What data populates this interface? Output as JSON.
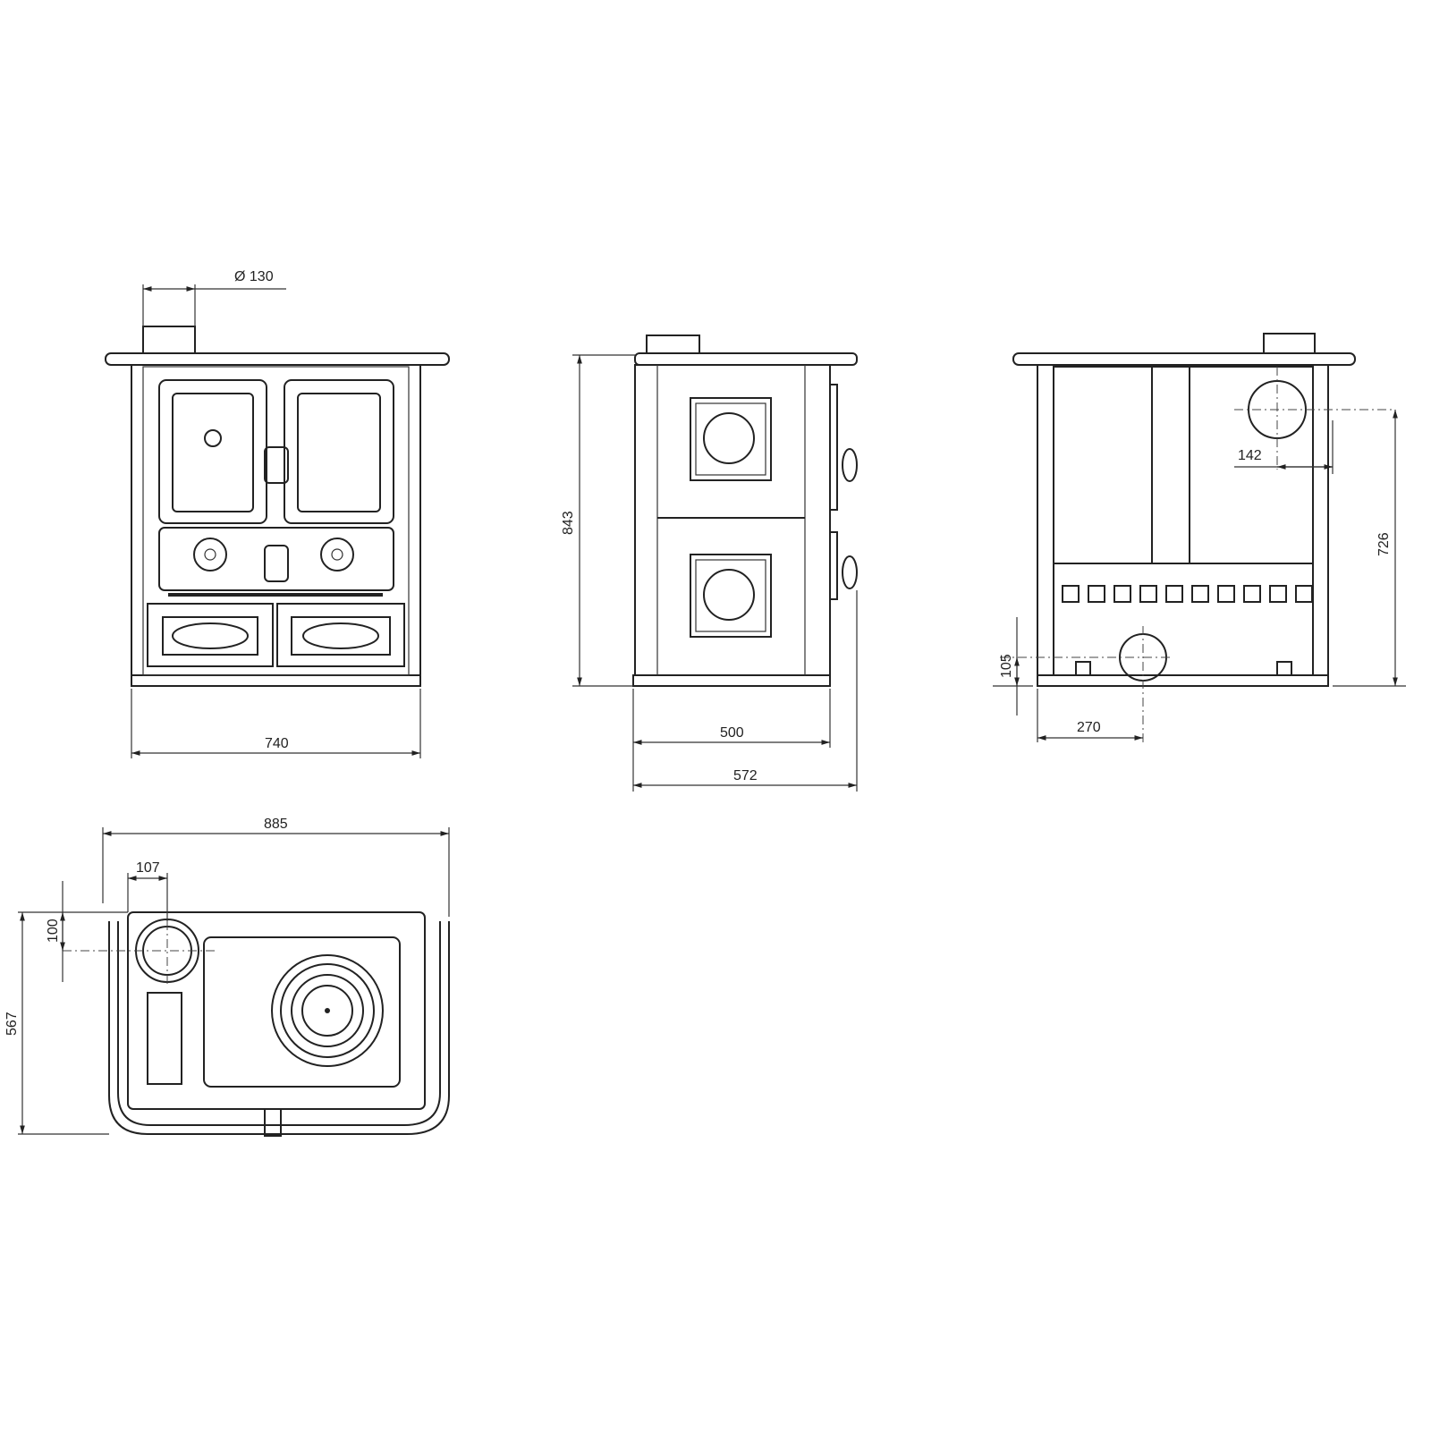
{
  "drawing": {
    "line_color": "#222222",
    "background": "#ffffff",
    "views": {
      "front": {
        "flue_diameter": "Ø 130",
        "width": "740"
      },
      "side": {
        "height": "843",
        "depth_body": "500",
        "depth_total": "572"
      },
      "back": {
        "flue_offset": "142",
        "flue_height": "726",
        "air_inlet_height": "105",
        "air_inlet_offset": "270"
      },
      "top": {
        "width_total": "885",
        "flue_offset_x": "107",
        "flue_offset_y": "100",
        "depth_total": "567"
      }
    }
  }
}
